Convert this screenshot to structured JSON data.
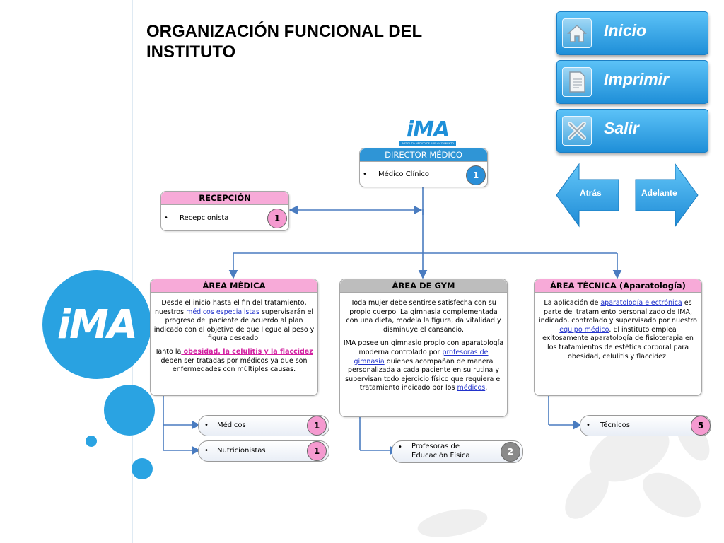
{
  "title": "ORGANIZACIÓN FUNCIONAL DEL INSTITUTO",
  "logo_text": "iMA",
  "logo_sub": "INSTITUTO MÉDICO DE ADELGAZAMIENTO",
  "nav": {
    "inicio": "Inicio",
    "imprimir": "Imprimir",
    "salir": "Salir",
    "atras": "Atrás",
    "adelante": "Adelante"
  },
  "director": {
    "header": "DIRECTOR MÉDICO",
    "item": "Médico Clínico",
    "count": "1"
  },
  "recepcion": {
    "header": "RECEPCIÓN",
    "item": "Recepcionista",
    "count": "1"
  },
  "area_medica": {
    "header": "ÁREA MÉDICA",
    "p1_a": "Desde el inicio hasta el fin del tratamiento, nuestros",
    "p1_link": " médicos especialistas",
    "p1_b": " supervisarán el progreso del paciente de acuerdo al plan indicado con el objetivo de que llegue al peso y figura deseado.",
    "p2_a": "Tanto la",
    "p2_link": " obesidad, la celulitis y la flaccidez",
    "p2_b": " deben ser tratadas por médicos ya que son enfermedades con múltiples causas."
  },
  "area_gym": {
    "header": "ÁREA DE GYM",
    "p1": "Toda mujer debe sentirse satisfecha con su propio cuerpo. La gimnasia complementada con una dieta, modela la figura, da vitalidad y disminuye el cansancio.",
    "p2_a": "IMA posee un gimnasio propio con aparatología moderna controlado por ",
    "p2_link": "profesoras de gimnasia",
    "p2_b": " quienes acompañan de manera personalizada a cada paciente en su rutina y supervisan todo ejercicio físico que requiera el tratamiento indicado por los ",
    "p2_link2": "médicos",
    "p2_c": "."
  },
  "area_tecnica": {
    "header": "ÁREA TÉCNICA (Aparatología)",
    "p1_a": "La aplicación de ",
    "p1_link": "aparatología electrónica",
    "p1_b": " es parte del tratamiento personalizado de IMA, indicado, controlado y supervisado por nuestro ",
    "p1_link2": "equipo médico",
    "p1_c": ". El instituto emplea exitosamente aparatología de fisioterapia en los tratamientos de estética corporal para obesidad, celulitis y flaccidez."
  },
  "staff": {
    "medicos": {
      "label": "Médicos",
      "count": "1"
    },
    "nutricionistas": {
      "label": "Nutricionistas",
      "count": "1"
    },
    "profesoras": {
      "label_1": "Profesoras de",
      "label_2": "Educación Física",
      "count": "2"
    },
    "tecnicos": {
      "label": "Técnicos",
      "count": "5"
    }
  },
  "colors": {
    "accent_blue": "#2aa3e2",
    "pink": "#f7aad8",
    "connector": "#4a7cc0"
  }
}
